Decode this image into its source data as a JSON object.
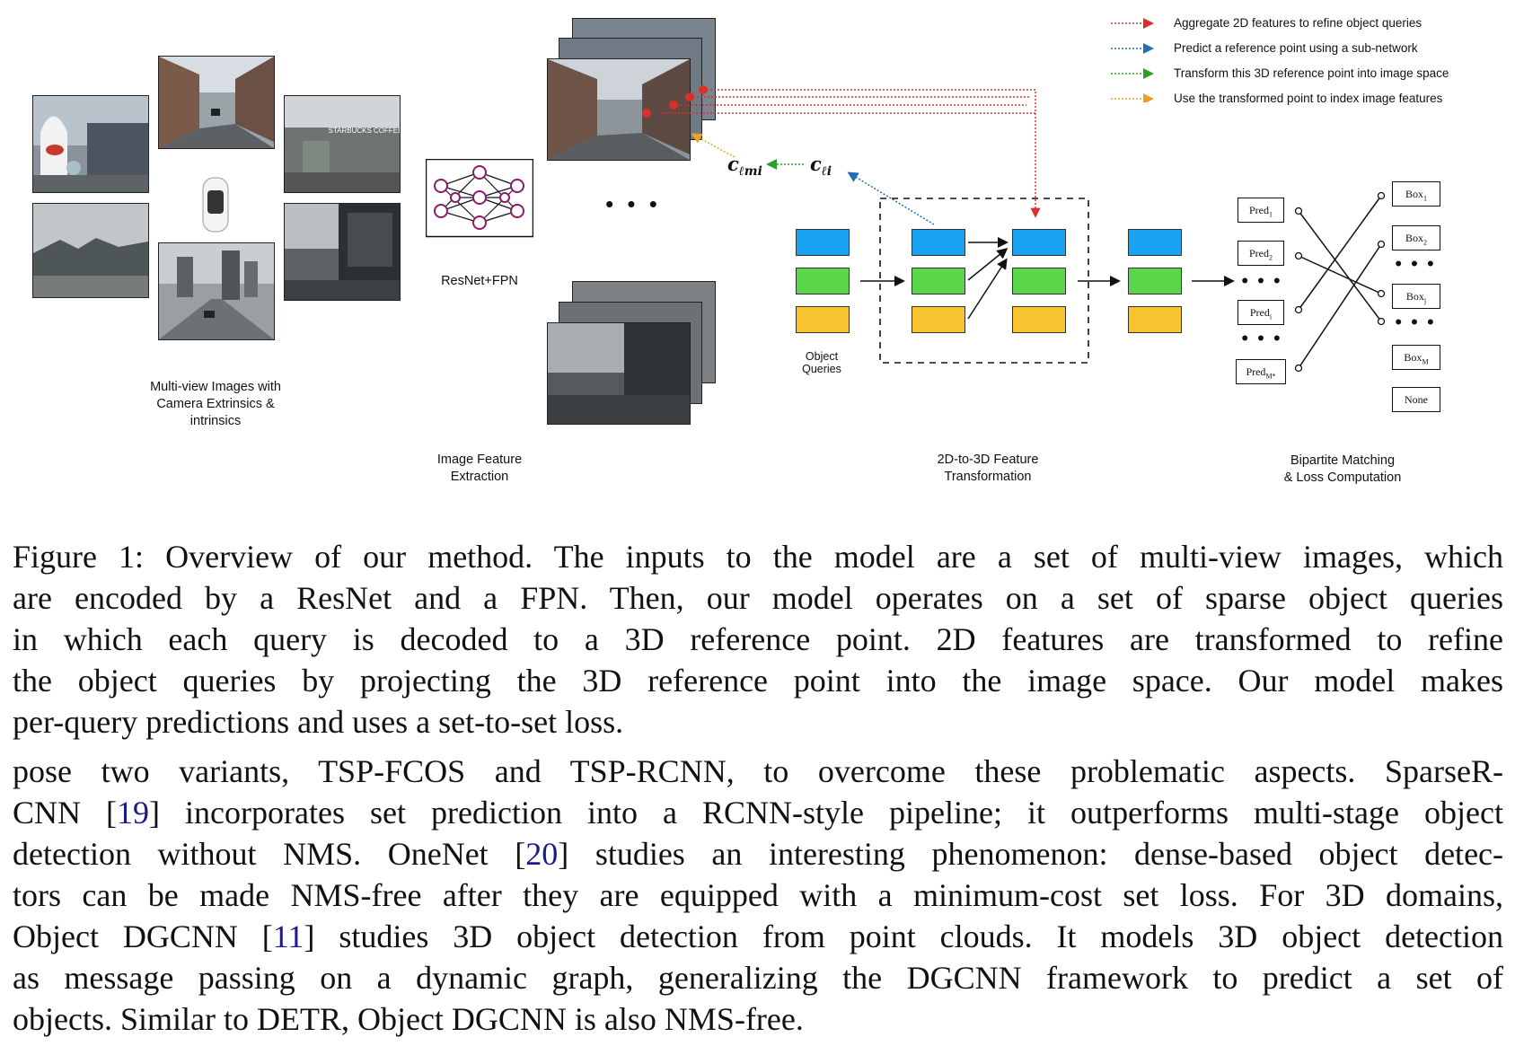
{
  "legend": [
    {
      "text": "Aggregate 2D features to refine object queries",
      "color": "#d9302a"
    },
    {
      "text": "Predict a reference point using a sub-network",
      "color": "#1f6fb8"
    },
    {
      "text": "Transform this 3D reference point into image space",
      "color": "#2aa02a"
    },
    {
      "text": "Use the transformed point to index image features",
      "color": "#f0a020"
    }
  ],
  "labels": {
    "multiview": [
      "Multi-view Images with",
      "Camera Extrinsics &",
      "intrinsics"
    ],
    "resnet": "ResNet+FPN",
    "feature_extraction": [
      "Image Feature",
      "Extraction"
    ],
    "object_queries": [
      "Object",
      "Queries"
    ],
    "transformation": [
      "2D-to-3D Feature",
      "Transformation"
    ],
    "matching": [
      "Bipartite Matching",
      "& Loss Computation"
    ],
    "c_lmi": "c",
    "c_lmi_sub": "ℓmi",
    "c_li": "c",
    "c_li_sub": "ℓi",
    "starbucks": "STARBUCKS COFFEE",
    "ellipsis": "• • •"
  },
  "preds": [
    {
      "base": "Pred",
      "sub": "1"
    },
    {
      "base": "Pred",
      "sub": "2"
    },
    {
      "base": "Pred",
      "sub": "i"
    },
    {
      "base": "Pred",
      "sub": "M*"
    }
  ],
  "boxes": [
    {
      "base": "Box",
      "sub": "1"
    },
    {
      "base": "Box",
      "sub": "2"
    },
    {
      "base": "Box",
      "sub": "j"
    },
    {
      "base": "Box",
      "sub": "M"
    },
    {
      "base": "None",
      "sub": ""
    }
  ],
  "caption": {
    "lines": [
      "Figure 1: Overview of our method. The inputs to the model are a set of multi-view images, which",
      "are encoded by a ResNet and a FPN. Then, our model operates on a set of sparse object queries",
      "in which each query is decoded to a 3D reference point.  2D features are transformed to refine",
      "the object queries by projecting the 3D reference point into the image space.  Our model makes",
      "per-query predictions and uses a set-to-set loss."
    ]
  },
  "body": {
    "l1": "pose two variants, TSP-FCOS and TSP-RCNN, to overcome these problematic aspects. SparseR-",
    "l2a": "CNN [",
    "l2ref": "19",
    "l2b": "] incorporates set prediction into a RCNN-style pipeline; it outperforms multi-stage object",
    "l3a": "detection without NMS. OneNet [",
    "l3ref": "20",
    "l3b": "] studies an interesting phenomenon: dense-based object detec-",
    "l4": "tors can be made NMS-free after they are equipped with a minimum-cost set loss. For 3D domains,",
    "l5a": "Object DGCNN [",
    "l5ref": "11",
    "l5b": "] studies 3D object detection from point clouds. It models 3D object detection",
    "l6": "as message passing on a dynamic graph, generalizing the DGCNN framework to predict a set of",
    "l7": "objects. Similar to DETR, Object DGCNN is also NMS-free."
  },
  "colors": {
    "blue": "#1aa3f0",
    "green": "#5ad64a",
    "yellow": "#f7c32e"
  }
}
